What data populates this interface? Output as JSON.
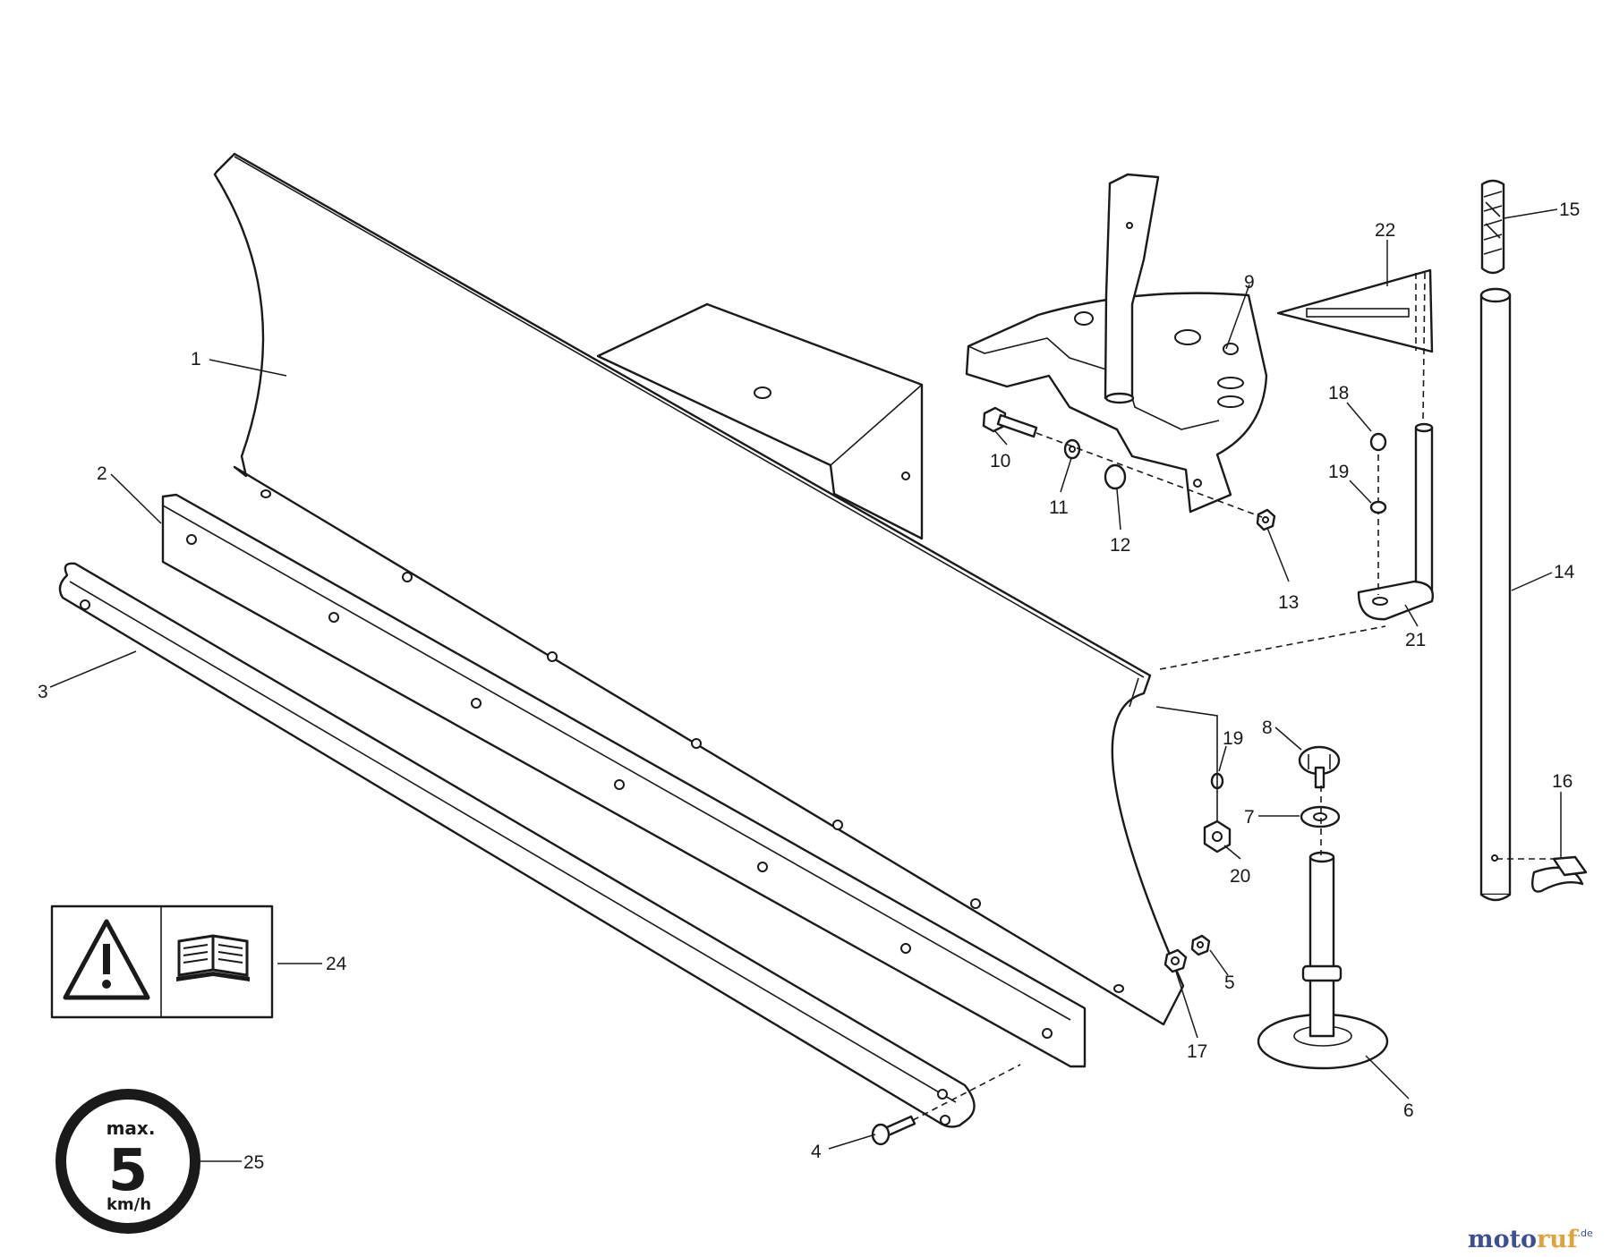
{
  "diagram": {
    "part_labels": [
      "1",
      "2",
      "3",
      "4",
      "5",
      "6",
      "7",
      "8",
      "9",
      "10",
      "11",
      "12",
      "13",
      "14",
      "15",
      "16",
      "17",
      "18",
      "19",
      "19",
      "20",
      "21",
      "22",
      "24",
      "25"
    ]
  },
  "speed_sign": {
    "top": "max.",
    "value": "5",
    "unit": "km/h"
  },
  "warning_panel": {
    "icons": [
      "warning-triangle-icon",
      "manual-book-icon"
    ]
  },
  "watermark": {
    "part1": "moto",
    "part2": "ruf",
    "suffix": ".de"
  },
  "colors": {
    "line": "#1a1a1a",
    "background": "#ffffff",
    "watermark_blue": "#3b4f95",
    "watermark_orange": "#e0a23a"
  }
}
